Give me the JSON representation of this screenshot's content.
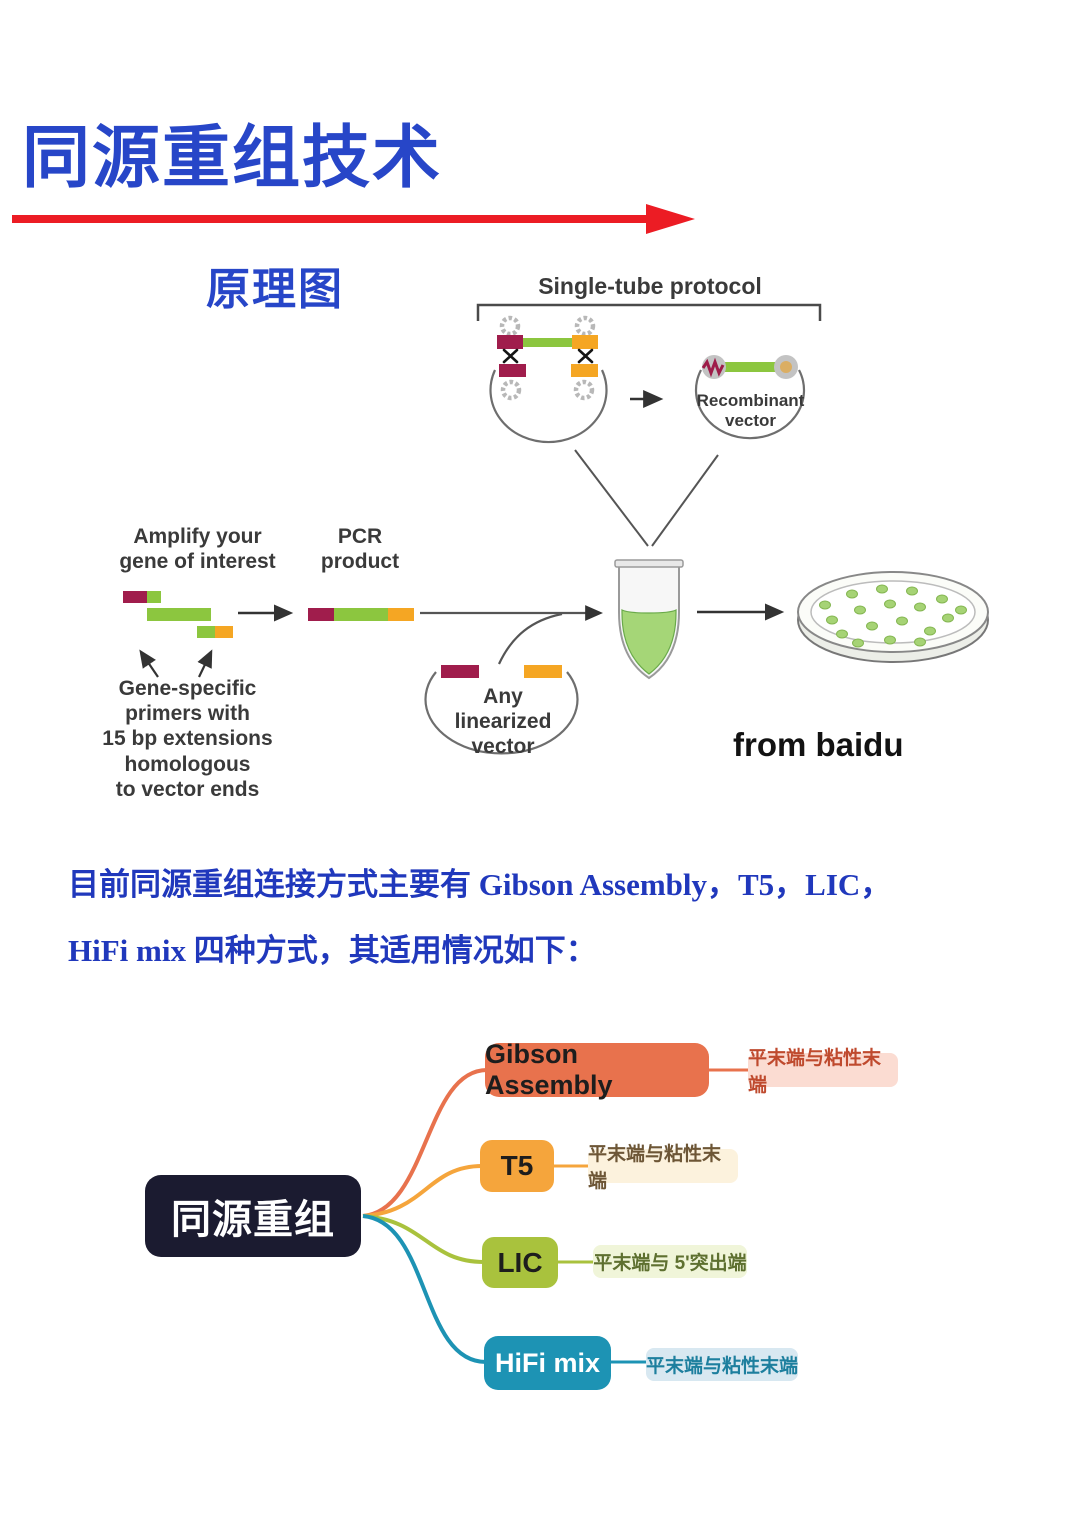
{
  "page": {
    "background": "#ffffff",
    "title": "同源重组技术",
    "title_color": "#2746c8",
    "underline_arrow_color": "#ec1c24"
  },
  "figure": {
    "section_label": "原理图",
    "protocol_title": "Single-tube protocol",
    "labels": {
      "amplify": [
        "Amplify your",
        "gene of interest"
      ],
      "pcr_product": [
        "PCR",
        "product"
      ],
      "primers_note": [
        "Gene-specific",
        "primers with",
        "15 bp extensions",
        "homologous",
        "to vector ends"
      ],
      "linearized_vector": [
        "Any",
        "linearized",
        "vector"
      ],
      "recombinant_vector": [
        "Recombinant",
        "vector"
      ]
    },
    "credit": "from baidu",
    "colors": {
      "homology_left": "#a01d4c",
      "gene_insert": "#8cc63f",
      "homology_right": "#f5a623",
      "outline_gray": "#6e6e6e",
      "tube_liquid": "#a5d677",
      "colony_green": "#a6d375"
    }
  },
  "intro": {
    "color": "#2038bc",
    "lines": [
      "目前同源重组连接方式主要有 Gibson Assembly，T5，LIC，",
      "HiFi mix 四种方式，其适用情况如下："
    ]
  },
  "mindmap": {
    "root": {
      "label": "同源重组",
      "bg": "#1b1b30",
      "text_color": "#ffffff"
    },
    "branches": [
      {
        "label": "Gibson Assembly",
        "note": "平末端与粘性末端",
        "node_bg": "#e8724d",
        "node_text": "#1d1d1d",
        "note_bg": "#fbdcd2",
        "note_text": "#bf4a2e",
        "line": "#e8724d"
      },
      {
        "label": "T5",
        "note": "平末端与粘性末端",
        "node_bg": "#f5a53c",
        "node_text": "#1d1d1d",
        "note_bg": "#fcf2dd",
        "note_text": "#6d5636",
        "line": "#f5a53c"
      },
      {
        "label": "LIC",
        "note": "平末端与 5'突出端",
        "node_bg": "#a9c23d",
        "node_text": "#1d1d1d",
        "note_bg": "#f0f5d9",
        "note_text": "#5e7030",
        "line": "#a9c23d"
      },
      {
        "label": "HiFi mix",
        "note": "平末端与粘性末端",
        "node_bg": "#1d93b4",
        "node_text": "#ffffff",
        "note_bg": "#d8e8f1",
        "note_text": "#1d7f9e",
        "line": "#1d93b4"
      }
    ]
  }
}
